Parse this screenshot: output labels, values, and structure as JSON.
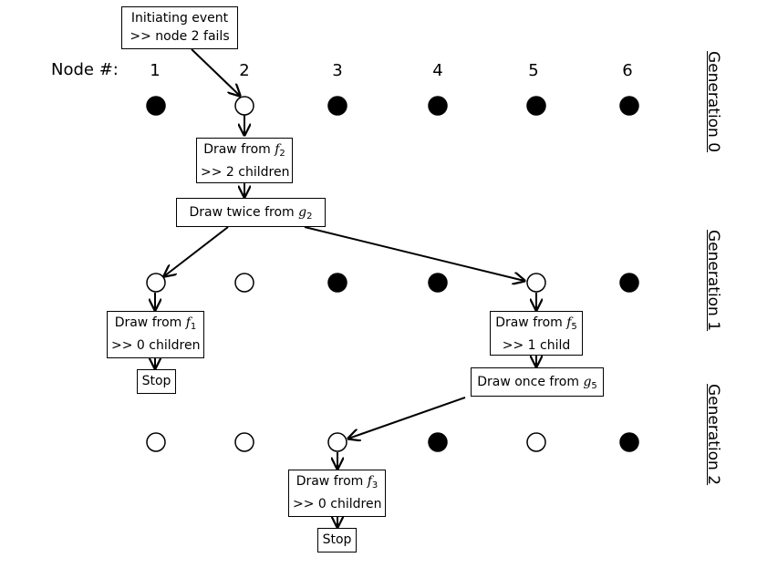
{
  "node_heading": "Node #:",
  "node_labels": [
    "1",
    "2",
    "3",
    "4",
    "5",
    "6"
  ],
  "generations": [
    {
      "label": "Generation 0",
      "states": [
        "filled",
        "open",
        "filled",
        "filled",
        "filled",
        "filled"
      ]
    },
    {
      "label": "Generation 1",
      "states": [
        "open",
        "open",
        "filled",
        "filled",
        "open",
        "filled"
      ]
    },
    {
      "label": "Generation 2",
      "states": [
        "open",
        "open",
        "open",
        "filled",
        "open",
        "filled"
      ]
    }
  ],
  "boxes": {
    "initiating": {
      "line1": "Initiating event",
      "line2": ">> node 2 fails"
    },
    "draw_f2": {
      "prefix": "Draw from ",
      "fn": "f",
      "sub": "2",
      "line2": ">> 2 children"
    },
    "draw_g2": {
      "prefix": "Draw twice from ",
      "fn": "g",
      "sub": "2"
    },
    "draw_f1": {
      "prefix": "Draw from ",
      "fn": "f",
      "sub": "1",
      "line2": ">> 0 children"
    },
    "stop1": {
      "text": "Stop"
    },
    "draw_f5": {
      "prefix": "Draw from ",
      "fn": "f",
      "sub": "5",
      "line2": ">> 1 child"
    },
    "draw_g5": {
      "prefix": "Draw once from ",
      "fn": "g",
      "sub": "5"
    },
    "draw_f3": {
      "prefix": "Draw from ",
      "fn": "f",
      "sub": "3",
      "line2": ">> 0 children"
    },
    "stop3": {
      "text": "Stop"
    }
  },
  "colors": {
    "ink": "#000000",
    "open_fill": "#ffffff"
  }
}
